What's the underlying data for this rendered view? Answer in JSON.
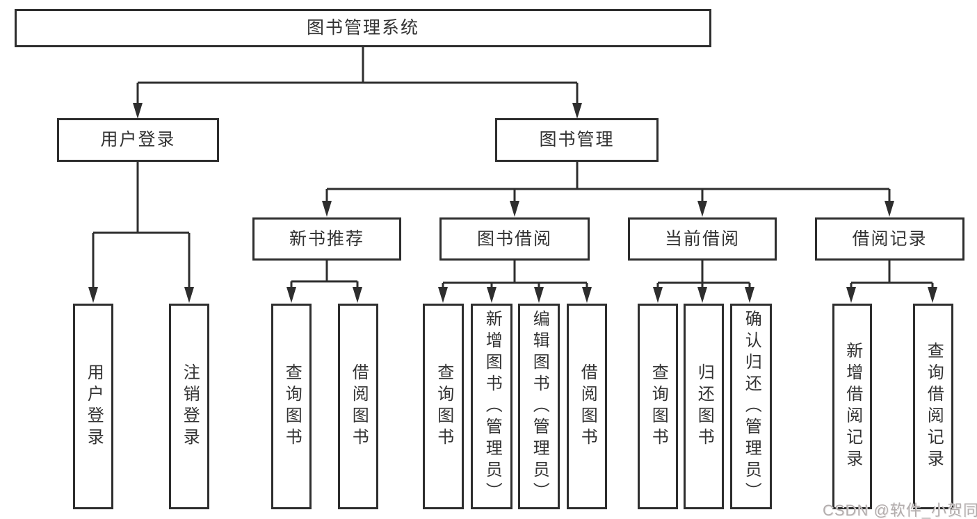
{
  "diagram": {
    "watermark": "CSDN @软件_小贺同学",
    "colors": {
      "line": "#2e2e2e",
      "border": "#2e2e2e",
      "text": "#333333",
      "background": "#ffffff",
      "watermark": "#b3adad"
    },
    "tree": {
      "label": "图书管理系统",
      "children": [
        {
          "label": "用户登录",
          "children": [
            {
              "label": "用户登录"
            },
            {
              "label": "注销登录"
            }
          ]
        },
        {
          "label": "图书管理",
          "children": [
            {
              "label": "新书推荐",
              "children": [
                {
                  "label": "查询图书"
                },
                {
                  "label": "借阅图书"
                }
              ]
            },
            {
              "label": "图书借阅",
              "children": [
                {
                  "label": "查询图书"
                },
                {
                  "label": "新增图书（管理员）"
                },
                {
                  "label": "编辑图书（管理员）"
                },
                {
                  "label": "借阅图书"
                }
              ]
            },
            {
              "label": "当前借阅",
              "children": [
                {
                  "label": "查询图书"
                },
                {
                  "label": "归还图书"
                },
                {
                  "label": "确认归还（管理员）"
                }
              ]
            },
            {
              "label": "借阅记录",
              "children": [
                {
                  "label": "新增借阅记录"
                },
                {
                  "label": "查询借阅记录"
                }
              ]
            }
          ]
        }
      ]
    }
  }
}
